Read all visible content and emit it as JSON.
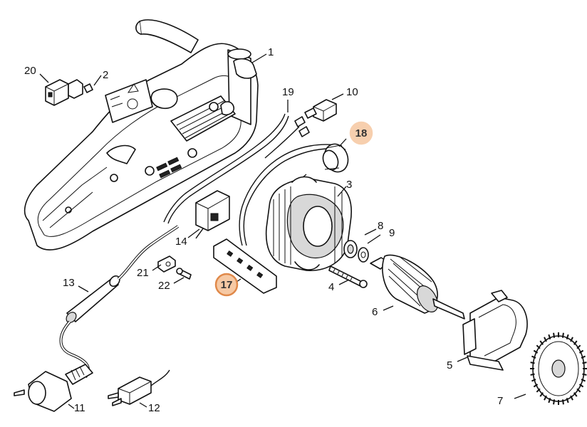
{
  "diagram": {
    "colors": {
      "line": "#111111",
      "highlight_fill_18": "#f7cfae",
      "highlight_stroke_18": "#f7cfae",
      "highlight_fill_17": "#f6c9a4",
      "highlight_stroke_17": "#e0894a"
    },
    "callouts": [
      {
        "id": "c1",
        "label": "1"
      },
      {
        "id": "c2",
        "label": "2"
      },
      {
        "id": "c3",
        "label": "3"
      },
      {
        "id": "c4",
        "label": "4"
      },
      {
        "id": "c5",
        "label": "5"
      },
      {
        "id": "c6",
        "label": "6"
      },
      {
        "id": "c7",
        "label": "7"
      },
      {
        "id": "c8",
        "label": "8"
      },
      {
        "id": "c9",
        "label": "9"
      },
      {
        "id": "c10",
        "label": "10"
      },
      {
        "id": "c11",
        "label": "11"
      },
      {
        "id": "c12",
        "label": "12"
      },
      {
        "id": "c13",
        "label": "13"
      },
      {
        "id": "c14",
        "label": "14"
      },
      {
        "id": "c17",
        "label": "17",
        "highlighted": true
      },
      {
        "id": "c18",
        "label": "18",
        "highlighted": true
      },
      {
        "id": "c19",
        "label": "19"
      },
      {
        "id": "c20",
        "label": "20"
      },
      {
        "id": "c21",
        "label": "21"
      },
      {
        "id": "c22",
        "label": "22"
      }
    ]
  }
}
